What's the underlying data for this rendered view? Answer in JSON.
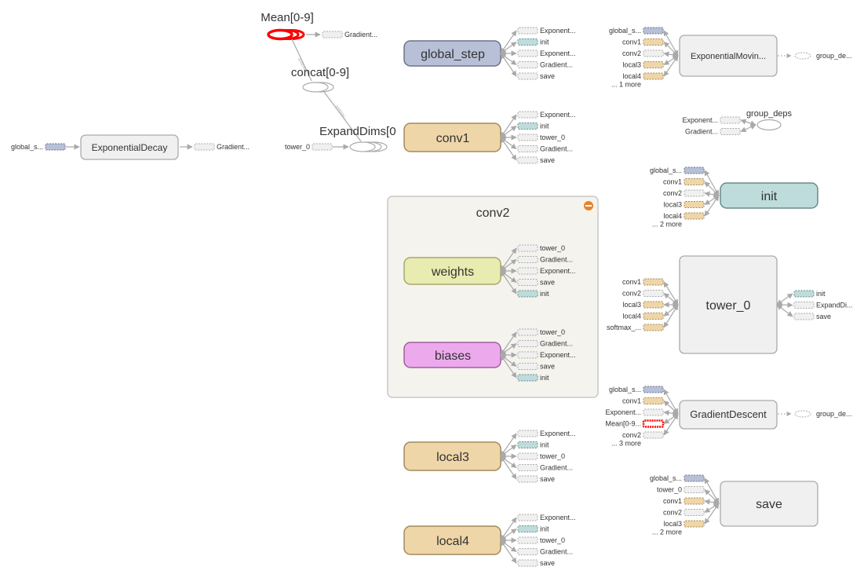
{
  "colors": {
    "node_gray": "#f0f0f0",
    "node_gray_stroke": "#aaaaaa",
    "global_step_fill": "#b7c0d6",
    "global_step_stroke": "#6b7488",
    "conv_fill": "#efd6a8",
    "conv_stroke": "#a48a5e",
    "weights_fill": "#e9ecb0",
    "weights_stroke": "#a6a96a",
    "biases_fill": "#ecaaec",
    "biases_stroke": "#a060a0",
    "init_fill": "#bedcdc",
    "init_stroke": "#6b8a8a",
    "expanded_bg": "#f4f3ee",
    "expanded_stroke": "#c8c8c8",
    "highlight_red": "#ff0000",
    "edge": "#a9a9a9",
    "collapse_button": "#e8822a"
  },
  "nodes": {
    "mean": "Mean[0-9]",
    "concat": "concat[0-9]",
    "expand_dims": "ExpandDims[0",
    "exponential_decay": "ExponentialDecay",
    "global_step": "global_step",
    "conv1": "conv1",
    "conv2": "conv2",
    "weights": "weights",
    "biases": "biases",
    "local3": "local3",
    "local4": "local4",
    "exp_moving": "ExponentialMovin...",
    "group_deps": "group_deps",
    "init": "init",
    "tower_0": "tower_0",
    "gradient_descent": "GradientDescent",
    "save": "save"
  },
  "edge_labels": {
    "mean_concat": "gradients/...",
    "concat_expand": "gradients/..."
  },
  "aux_labels": {
    "mean_out": [
      "Gradient..."
    ],
    "ed_in": [
      "global_s..."
    ],
    "ed_out": [
      "Gradient..."
    ],
    "expand_in": [
      "tower_0"
    ],
    "gs_out": [
      "Exponent...",
      "init",
      "Exponent...",
      "Gradient...",
      "save"
    ],
    "conv1_out": [
      "Exponent...",
      "init",
      "tower_0",
      "Gradient...",
      "save"
    ],
    "weights_out": [
      "tower_0",
      "Gradient...",
      "Exponent...",
      "save",
      "init"
    ],
    "biases_out": [
      "tower_0",
      "Gradient...",
      "Exponent...",
      "save",
      "init"
    ],
    "local3_out": [
      "Exponent...",
      "init",
      "tower_0",
      "Gradient...",
      "save"
    ],
    "local4_out": [
      "Exponent...",
      "init",
      "tower_0",
      "Gradient...",
      "save"
    ],
    "em_in": [
      "global_s...",
      "conv1",
      "conv2",
      "local3",
      "local4"
    ],
    "em_more": "... 1 more",
    "em_out": [
      "group_de..."
    ],
    "gd_small_in": [
      "Exponent...",
      "Gradient..."
    ],
    "init_in": [
      "global_s...",
      "conv1",
      "conv2",
      "local3",
      "local4"
    ],
    "init_more": "... 2 more",
    "tower_in": [
      "conv1",
      "conv2",
      "local3",
      "local4",
      "softmax_..."
    ],
    "tower_out": [
      "init",
      "ExpandDi...",
      "save"
    ],
    "gdesc_in": [
      "global_s...",
      "conv1",
      "Exponent...",
      "Mean[0-9...",
      "conv2"
    ],
    "gdesc_more": "... 3 more",
    "gdesc_out": [
      "group_de..."
    ],
    "save_in": [
      "global_s...",
      "tower_0",
      "conv1",
      "conv2",
      "local3"
    ],
    "save_more": "... 2 more"
  }
}
